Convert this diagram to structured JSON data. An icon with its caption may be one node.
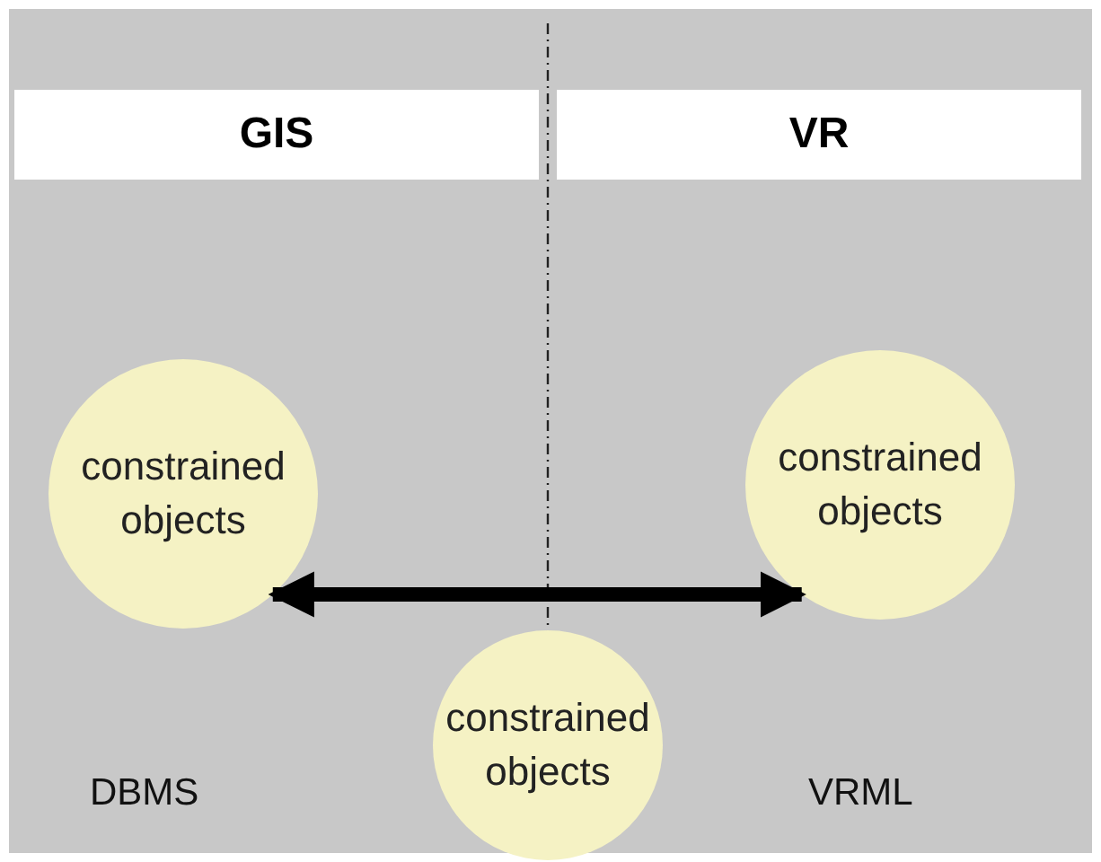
{
  "diagram": {
    "nodes": [
      {
        "text": [
          "GIS"
        ]
      },
      {
        "text": [
          "VR"
        ]
      },
      {
        "text": [
          "constrained objects"
        ]
      },
      {
        "text": [
          "constrained objects"
        ]
      },
      {
        "text": [
          "constrained objects"
        ]
      }
    ],
    "edges": [
      {
        "from": 2,
        "to": 3,
        "arrow": "both"
      }
    ],
    "labels": [
      "DBMS",
      "VRML"
    ]
  }
}
